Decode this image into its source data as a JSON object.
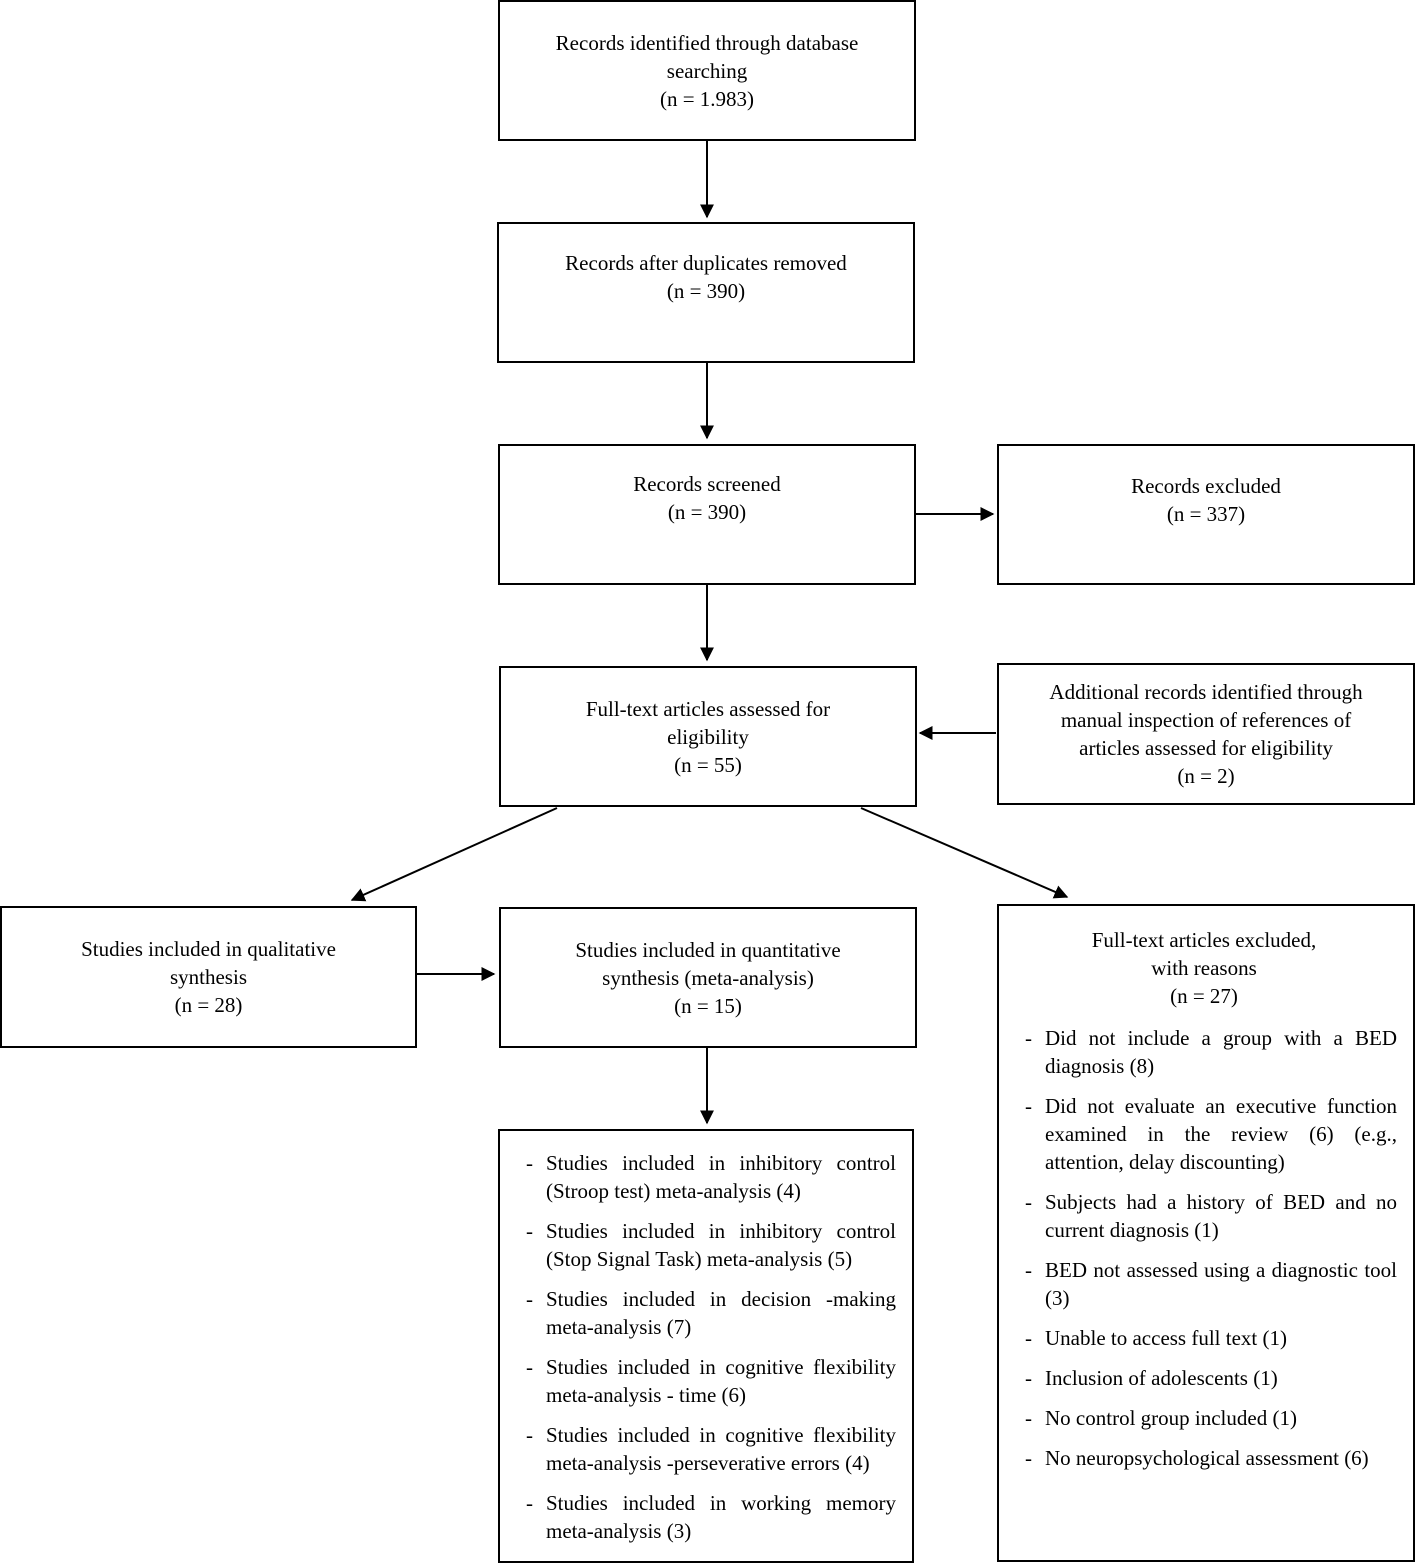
{
  "flow": {
    "identified": {
      "line1": "Records identified through database",
      "line2": "searching",
      "count": "(n = 1.983)"
    },
    "duplicates": {
      "line1": "Records after duplicates removed",
      "count": "(n = 390)"
    },
    "screened": {
      "line1": "Records screened",
      "count": "(n = 390)"
    },
    "excluded": {
      "line1": "Records excluded",
      "count": "(n = 337)"
    },
    "fulltext": {
      "line1": "Full-text articles assessed for",
      "line2": "eligibility",
      "count": "(n = 55)"
    },
    "additional": {
      "line1": "Additional records identified through",
      "line2": "manual inspection of references of",
      "line3": "articles assessed for eligibility",
      "count": "(n = 2)"
    },
    "qualitative": {
      "line1": "Studies included in qualitative",
      "line2": "synthesis",
      "count": "(n = 28)"
    },
    "quantitative": {
      "line1": "Studies included in quantitative",
      "line2": "synthesis (meta-analysis)",
      "count": "(n = 15)"
    },
    "fulltext_excluded": {
      "line1": "Full-text articles excluded,",
      "line2": "with reasons",
      "count": "(n = 27)",
      "reasons": [
        "Did not include a group with a BED diagnosis (8)",
        "Did not evaluate an executive function examined in the review (6) (e.g., attention, delay discounting)",
        "Subjects had a history of BED and no current diagnosis (1)",
        "BED not assessed using a diagnostic tool (3)",
        "Unable to access full text (1)",
        "Inclusion of adolescents (1)",
        "No control group included (1)",
        "No neuropsychological assessment (6)"
      ]
    },
    "meta_analyses": {
      "items": [
        "Studies included in inhibitory control (Stroop test) meta-analysis (4)",
        "Studies included in inhibitory control (Stop Signal Task) meta-analysis (5)",
        "Studies included in decision -making meta-analysis (7)",
        "Studies included in cognitive flexibility meta-analysis - time (6)",
        "Studies included in cognitive flexibility meta-analysis -perseverative errors (4)",
        "Studies included in working memory meta-analysis (3)"
      ]
    },
    "bullet": "-"
  }
}
